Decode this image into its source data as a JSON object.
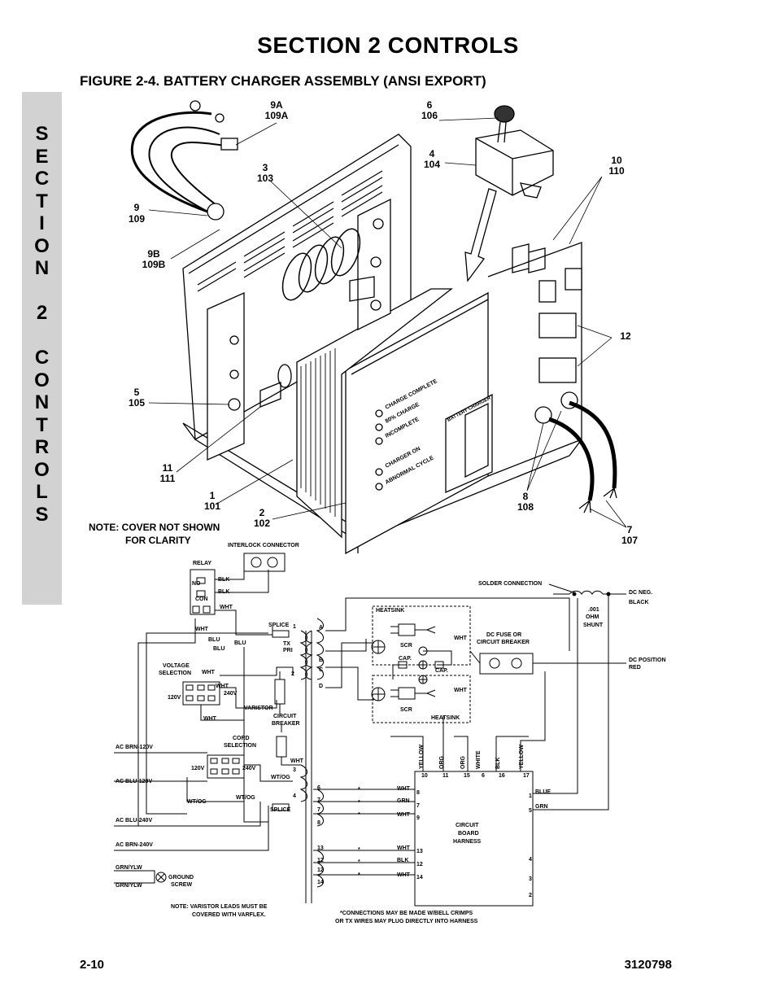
{
  "header": {
    "section_title": "SECTION 2  CONTROLS",
    "figure_title": "FIGURE 2-4.    BATTERY CHARGER ASSEMBLY (ANSI EXPORT)"
  },
  "side_tab": {
    "text": "S\nE\nC\nT\nI\nO\nN\n\n2\n\nC\nO\nN\nT\nR\nO\nL\nS"
  },
  "callouts": [
    {
      "a": "9A",
      "b": "109A"
    },
    {
      "a": "6",
      "b": "106"
    },
    {
      "a": "4",
      "b": "104"
    },
    {
      "a": "3",
      "b": "103"
    },
    {
      "a": "10",
      "b": "110"
    },
    {
      "a": "9",
      "b": "109"
    },
    {
      "a": "9B",
      "b": "109B"
    },
    {
      "a": "12",
      "b": ""
    },
    {
      "a": "5",
      "b": "105"
    },
    {
      "a": "11",
      "b": "111"
    },
    {
      "a": "1",
      "b": "101"
    },
    {
      "a": "2",
      "b": "102"
    },
    {
      "a": "8",
      "b": "108"
    },
    {
      "a": "7",
      "b": "107"
    }
  ],
  "panel_text": {
    "charge_complete": "CHARGE COMPLETE",
    "eighty_charge": "80% CHARGE",
    "incomplete": "INCOMPLETE",
    "charger_on": "CHARGER ON",
    "abnormal_cycle": "ABNORMAL CYCLE",
    "battery_charger": "BATTERY CHARGER"
  },
  "notes": {
    "cover_note_1": "NOTE: COVER NOT SHOWN",
    "cover_note_2": "FOR CLARITY",
    "varistor_note_1": "NOTE: VARISTOR LEADS MUST BE",
    "varistor_note_2": "COVERED WITH VARFLEX.",
    "connections_note_1": "*CONNECTIONS MAY BE MADE W/BELL CRIMPS",
    "connections_note_2": "OR TX WIRES MAY PLUG DIRECTLY INTO HARNESS"
  },
  "schematic": {
    "interlock_connector": "INTERLOCK CONNECTOR",
    "relay": "RELAY",
    "no": "NO",
    "con": "CON",
    "blk": "BLK",
    "wht": "WHT",
    "blu": "BLU",
    "grn": "GRN",
    "org": "ORG",
    "yellow": "YELLOW",
    "white": "WHITE",
    "blue": "BLUE",
    "splice": "SPLICE",
    "tx": "TX",
    "pri": "PRI",
    "voltage_selection_1": "VOLTAGE",
    "voltage_selection_2": "SELECTION",
    "v120": "120V",
    "v240": "240V",
    "varistor": "VARISTOR",
    "circuit": "CIRCUIT",
    "breaker": "BREAKER",
    "cord": "CORD",
    "selection": "SELECTION",
    "ac_brn_120": "AC BRN-120V",
    "ac_blu_120": "AC BLU-120V",
    "ac_blu_240": "AC BLU-240V",
    "ac_brn_240": "AC BRN-240V",
    "wt_og": "WT/OG",
    "grn_ylw": "GRN/YLW",
    "ground": "GROUND",
    "screw": "SCREW",
    "heatsink": "HEATSINK",
    "scr": "SCR",
    "cap": "CAP.",
    "dc_fuse_1": "DC FUSE OR",
    "dc_fuse_2": "CIRCUIT BREAKER",
    "solder_connection": "SOLDER CONNECTION",
    "ohm_1": ".001",
    "ohm_2": "OHM",
    "ohm_3": "SHUNT",
    "dc_neg": "DC NEG.",
    "black": "BLACK",
    "dc_pos": "DC POSITION",
    "red": "RED",
    "harness_1": "CIRCUIT",
    "harness_2": "BOARD",
    "harness_3": "HARNESS",
    "tap_a": "A",
    "tap_b": "B",
    "tap_c": "C",
    "tap_d": "D",
    "n1": "1",
    "n2": "2",
    "n3": "3",
    "n4": "4",
    "n5": "5",
    "n6": "6",
    "n7": "7",
    "n8": "8",
    "n9": "9",
    "n10": "10",
    "n11": "11",
    "n12": "12",
    "n13": "13",
    "n14": "14",
    "n15": "15",
    "n16": "16",
    "n17": "17",
    "star": "*"
  },
  "footer": {
    "page": "2-10",
    "doc_number": "3120798"
  }
}
